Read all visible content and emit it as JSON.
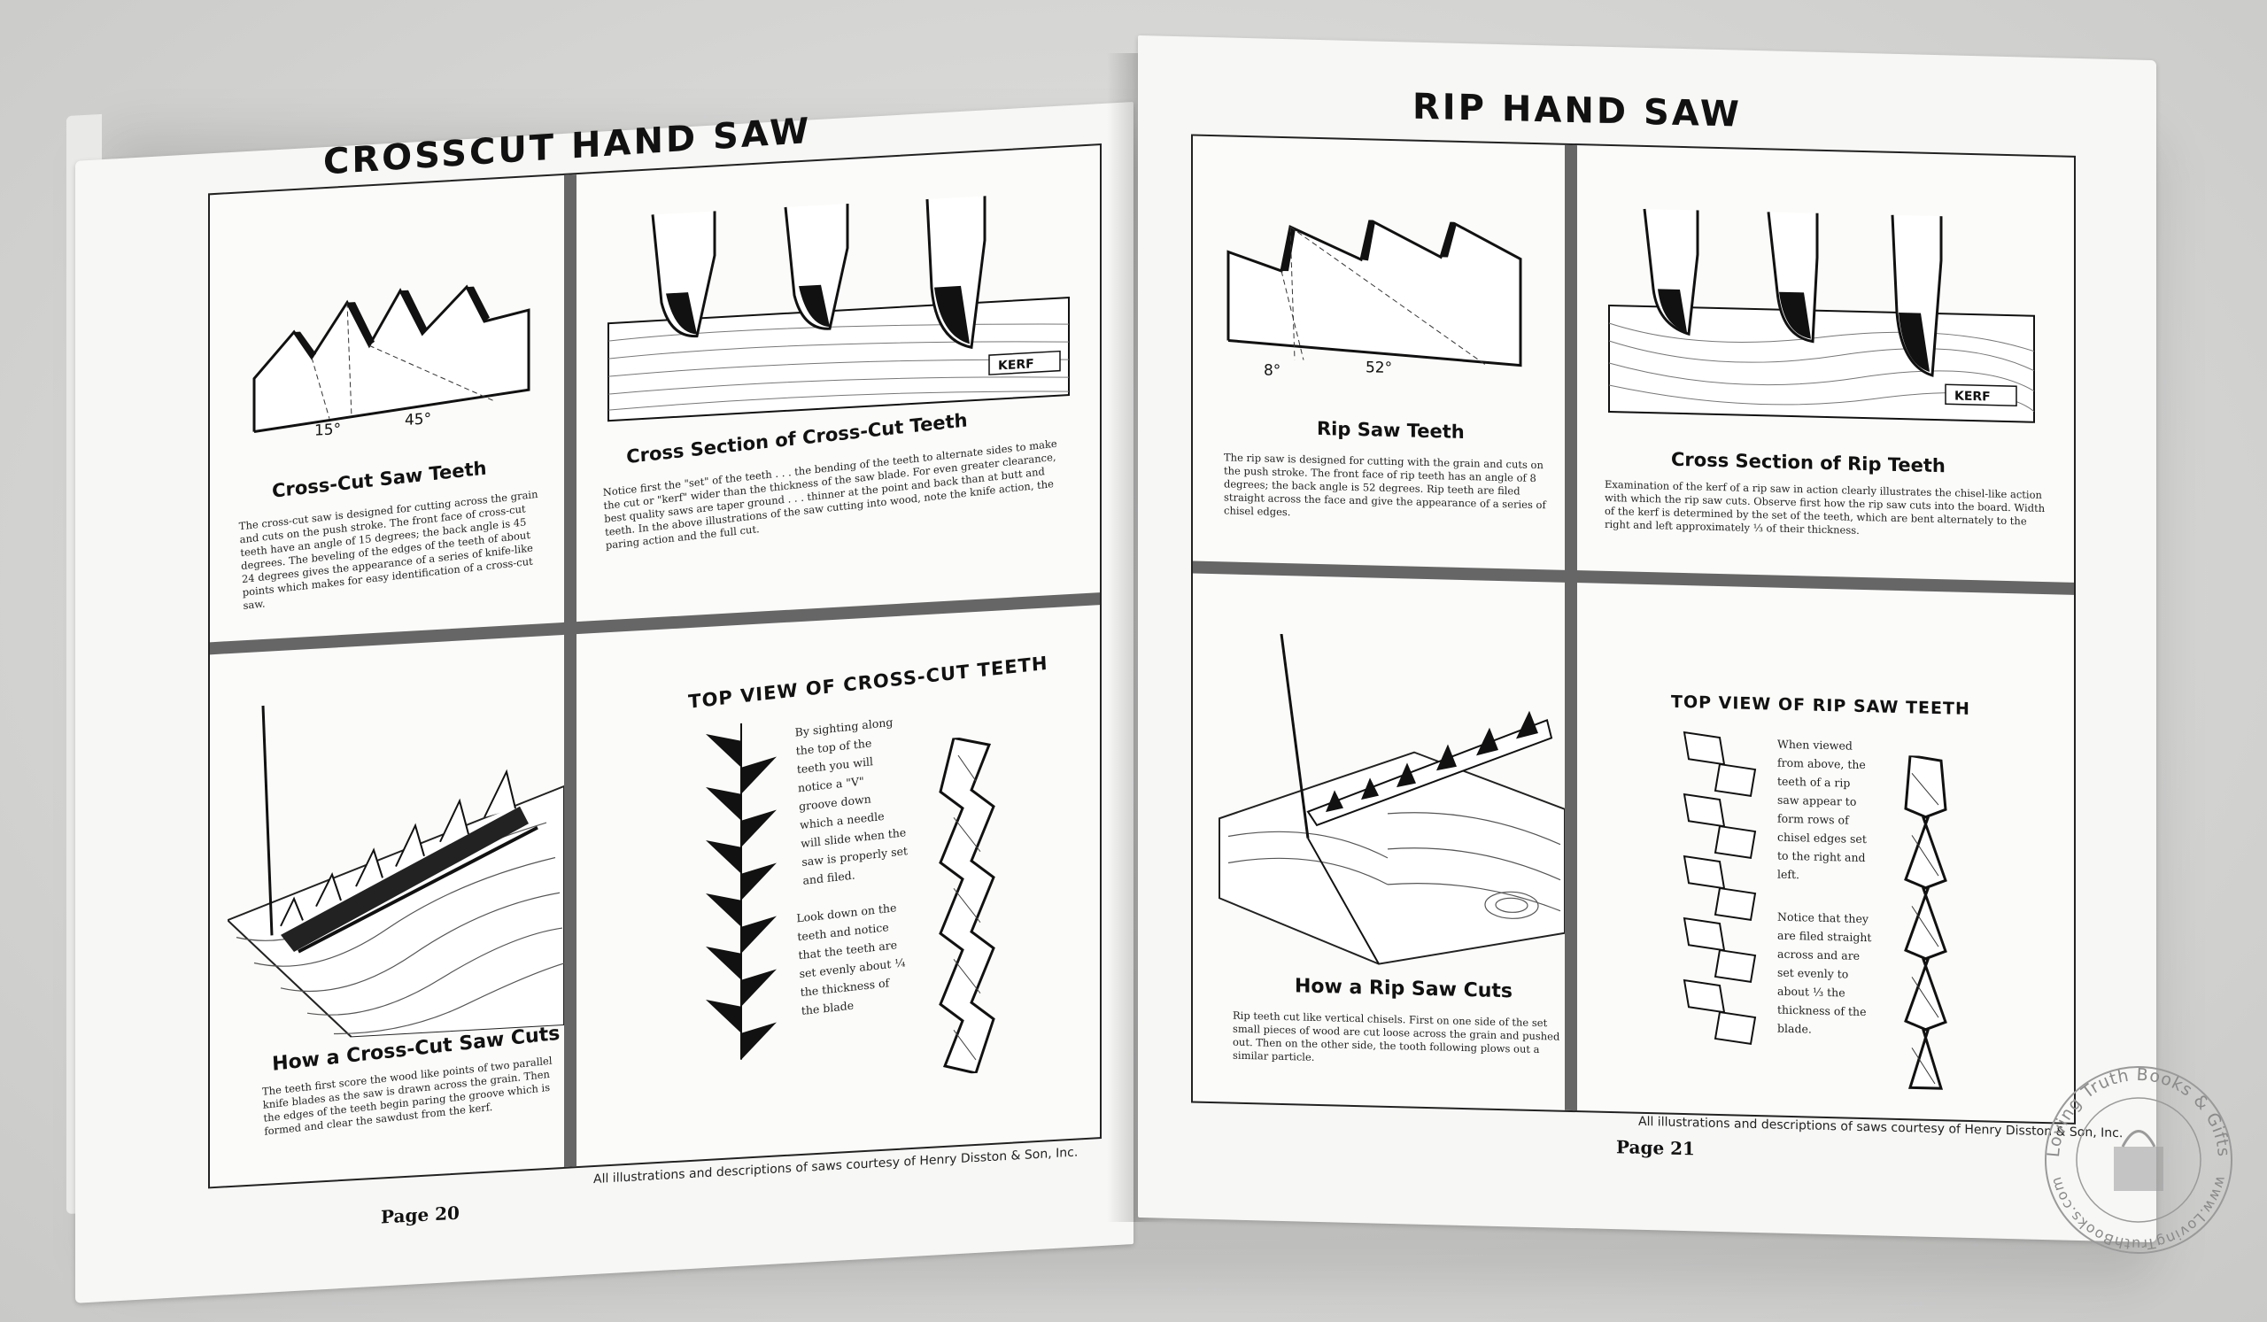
{
  "left_page": {
    "heading": "CROSSCUT HAND SAW",
    "page_number": "Page 20",
    "courtesy": "All illustrations and descriptions of saws courtesy of Henry Disston & Son, Inc.",
    "panels": [
      {
        "title": "Cross-Cut Saw Teeth",
        "angles": [
          "15°",
          "45°"
        ],
        "caption": "The cross-cut saw is designed for cutting across the grain and cuts on the push stroke. The front face of cross-cut teeth have an angle of 15 degrees; the back angle is 45 degrees. The beveling of the edges of the teeth of about 24 degrees gives the appearance of a series of knife-like points which makes for easy identification of a cross-cut saw."
      },
      {
        "title": "Cross Section of Cross-Cut Teeth",
        "kerf_label": "KERF",
        "caption": "Notice first the \"set\" of the teeth . . . the bending of the teeth to alternate sides to make the cut or \"kerf\" wider than the thickness of the saw blade. For even greater clearance, best quality saws are taper ground . . . thinner at the point and back than at butt and teeth. In the above illustrations of the saw cutting into wood, note the knife action, the paring action and the full cut."
      },
      {
        "title": "How a Cross-Cut Saw Cuts",
        "caption": "The teeth first score the wood like points of two parallel knife blades as the saw is drawn across the grain. Then the edges of the teeth begin paring the groove which is formed and clear the sawdust from the kerf."
      },
      {
        "title": "TOP VIEW OF CROSS-CUT TEETH",
        "note1": "By sighting along the top of the teeth you will notice a \"V\" groove down which a needle will slide when the saw is properly set and filed.",
        "note2": "Look down on the teeth and notice that the teeth are set evenly about ¼ the thickness of the blade"
      }
    ]
  },
  "right_page": {
    "heading": "RIP HAND SAW",
    "page_number": "Page 21",
    "courtesy": "All illustrations and descriptions of saws courtesy of Henry Disston & Son, Inc.",
    "panels": [
      {
        "title": "Rip Saw Teeth",
        "angles": [
          "8°",
          "52°"
        ],
        "caption": "The rip saw is designed for cutting with the grain and cuts on the push stroke. The front face of rip teeth has an angle of 8 degrees; the back angle is 52 degrees. Rip teeth are filed straight across the face and give the appearance of a series of chisel edges."
      },
      {
        "title": "Cross Section of Rip Teeth",
        "kerf_label": "KERF",
        "caption": "Examination of the kerf of a rip saw in action clearly illustrates the chisel-like action with which the rip saw cuts. Observe first how the rip saw cuts into the board. Width of the kerf is determined by the set of the teeth, which are bent alternately to the right and left approximately ⅓ of their thickness."
      },
      {
        "title": "How a Rip Saw Cuts",
        "caption": "Rip teeth cut like vertical chisels. First on one side of the set small pieces of wood are cut loose across the grain and pushed out. Then on the other side, the tooth following plows out a similar particle."
      },
      {
        "title": "TOP VIEW OF RIP SAW TEETH",
        "note1": "When viewed from above, the teeth of a rip saw appear to form rows of chisel edges set to the right and left.",
        "note2": "Notice that they are filed straight across and are set evenly to about ⅓ the thickness of the blade."
      }
    ]
  },
  "watermark": {
    "text": "Loving Truth Books & Gifts",
    "url": "www.LovingTruthBooks.com"
  }
}
